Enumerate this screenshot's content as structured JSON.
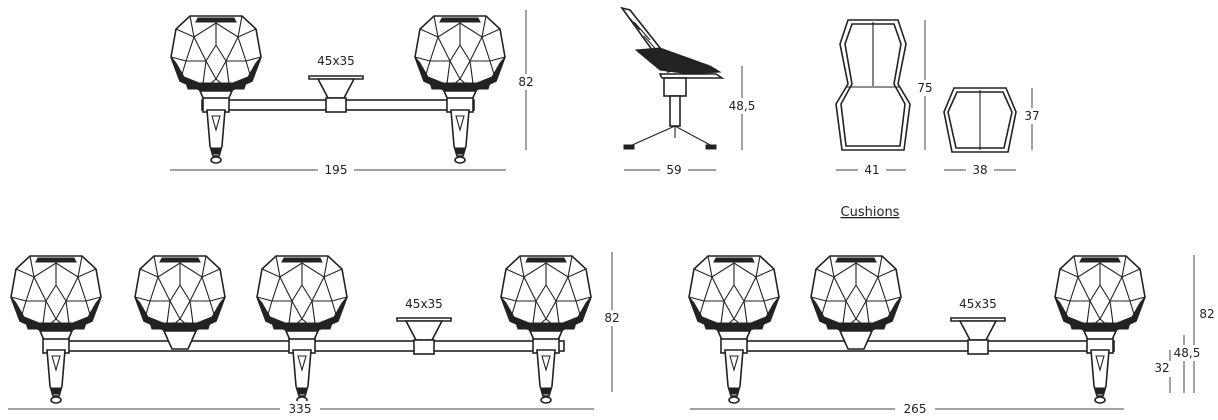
{
  "labels": {
    "top_table": "45x35",
    "top_height": "82",
    "top_width": "195",
    "side_seat_height": "48,5",
    "side_depth": "59",
    "cushion_big_height": "75",
    "cushion_big_width": "41",
    "cushion_small_height": "37",
    "cushion_small_width": "38",
    "cushions_title": "Cushions",
    "left_table": "45x35",
    "left_height": "82",
    "left_width": "335",
    "right_table": "45x35",
    "right_height": "82",
    "right_seat_height": "48,5",
    "right_arm_height": "32",
    "right_width": "265"
  }
}
